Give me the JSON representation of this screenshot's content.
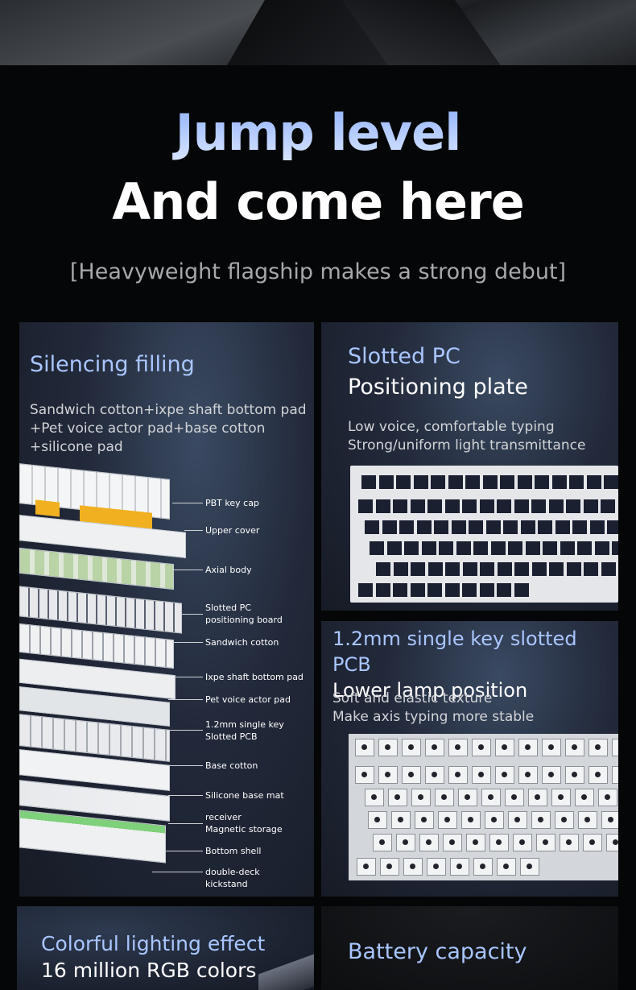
{
  "hero": {
    "title_line1": "Jump level",
    "title_line2": "And come here",
    "subtitle": "[Heavyweight flagship makes a strong debut]"
  },
  "cards": {
    "silencing": {
      "title": "Silencing filling",
      "desc": [
        "Sandwich cotton+ixpe shaft bottom pad",
        "+Pet voice actor pad+base cotton",
        "+silicone pad"
      ],
      "labels": [
        "PBT key cap",
        "Upper cover",
        "Axial body",
        "Slotted PC",
        "positioning board",
        "Sandwich cotton",
        "Ixpe shaft bottom pad",
        "Pet voice actor pad",
        "1.2mm single key",
        "Slotted PCB",
        "Base cotton",
        "Silicone base mat",
        "receiver",
        "Magnetic storage",
        "Bottom shell",
        "double-deck",
        "kickstand"
      ]
    },
    "plate": {
      "title_line1": "Slotted PC",
      "title_line2": "Positioning plate",
      "desc": [
        "Low voice, comfortable typing",
        "Strong/uniform light transmittance"
      ]
    },
    "pcb": {
      "title_line1": "1.2mm single key slotted PCB",
      "title_line2": "Lower lamp position",
      "desc": [
        "Soft and elastic texture",
        "Make axis typing more stable"
      ]
    },
    "lighting": {
      "title_line1": "Colorful lighting effect",
      "title_line2": "16 million RGB colors"
    },
    "battery": {
      "title_line1": "Battery capacity"
    }
  },
  "colors": {
    "accent": "#a9c6ff",
    "background": "#050607",
    "card": "#22293a"
  }
}
